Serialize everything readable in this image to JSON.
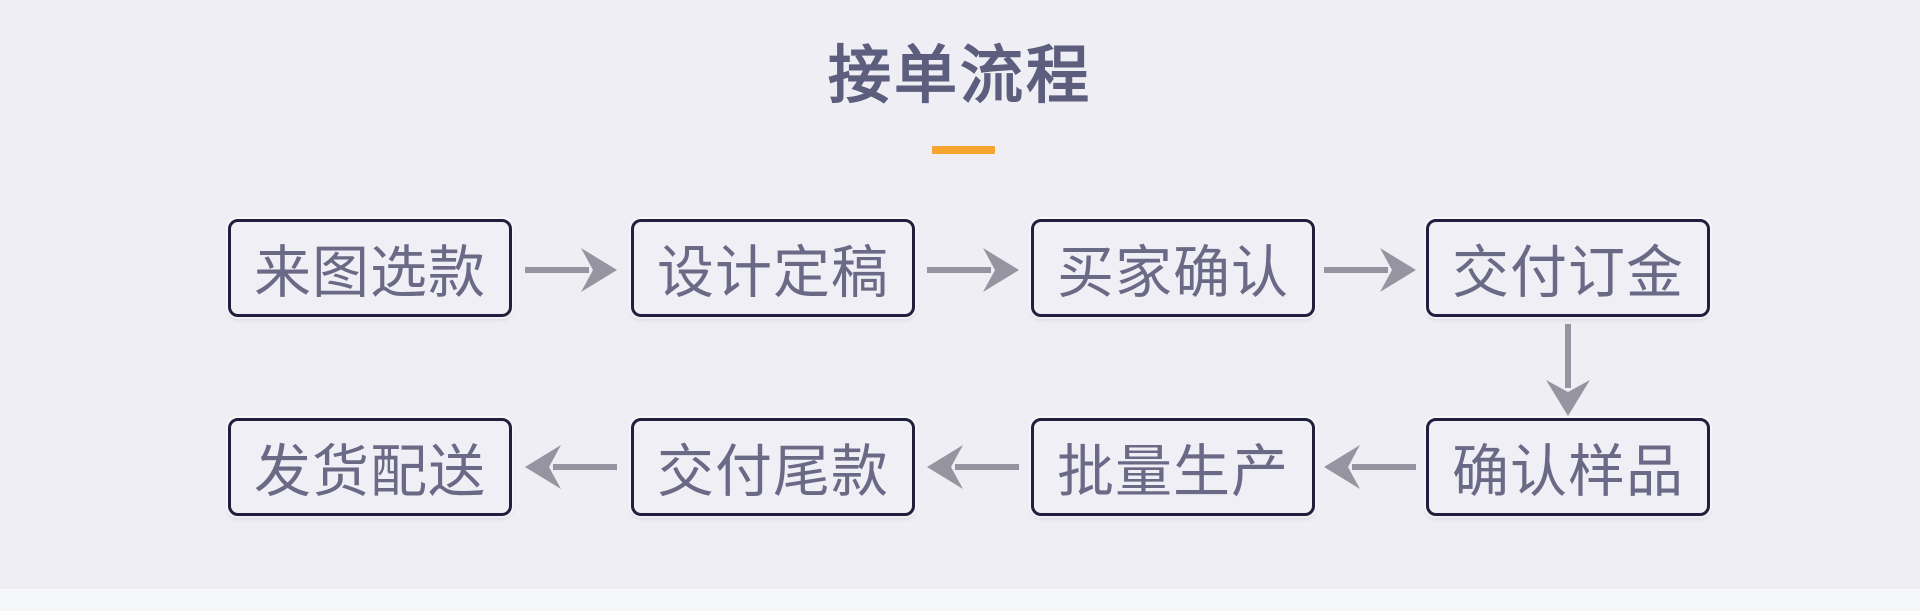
{
  "header": {
    "title": "接单流程"
  },
  "flow": {
    "row1": [
      {
        "label": "来图选款"
      },
      {
        "label": "设计定稿"
      },
      {
        "label": "买家确认"
      },
      {
        "label": "交付订金"
      }
    ],
    "row2": [
      {
        "label": "发货配送"
      },
      {
        "label": "交付尾款"
      },
      {
        "label": "批量生产"
      },
      {
        "label": "确认样品"
      }
    ]
  },
  "icons": {
    "right_arrow": "arrow-right",
    "left_arrow": "arrow-left",
    "down_arrow": "arrow-down"
  },
  "colors": {
    "accent": "#F6A62E",
    "background": "#EFEEF4",
    "box_border": "#20203E",
    "box_text": "#6B6A86",
    "title_text": "#5D5D7D",
    "arrow": "#9694A1"
  }
}
